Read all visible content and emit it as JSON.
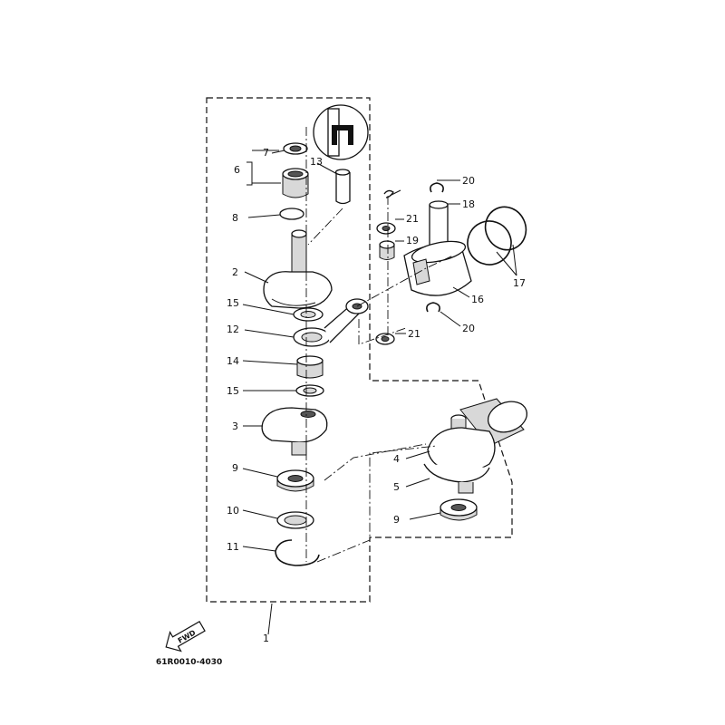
{
  "callouts": {
    "c1": "1",
    "c2": "2",
    "c3": "3",
    "c4": "4",
    "c5": "5",
    "c6": "6",
    "c7": "7",
    "c8": "8",
    "c9a": "9",
    "c9b": "9",
    "c10": "10",
    "c11": "11",
    "c12": "12",
    "c13": "13",
    "c14": "14",
    "c15a": "15",
    "c15b": "15",
    "c16": "16",
    "c17": "17",
    "c18": "18",
    "c19": "19",
    "c20a": "20",
    "c20b": "20",
    "c21a": "21",
    "c21b": "21"
  },
  "fwd_label": "FWD",
  "diagram_code": "61R0010-4030"
}
